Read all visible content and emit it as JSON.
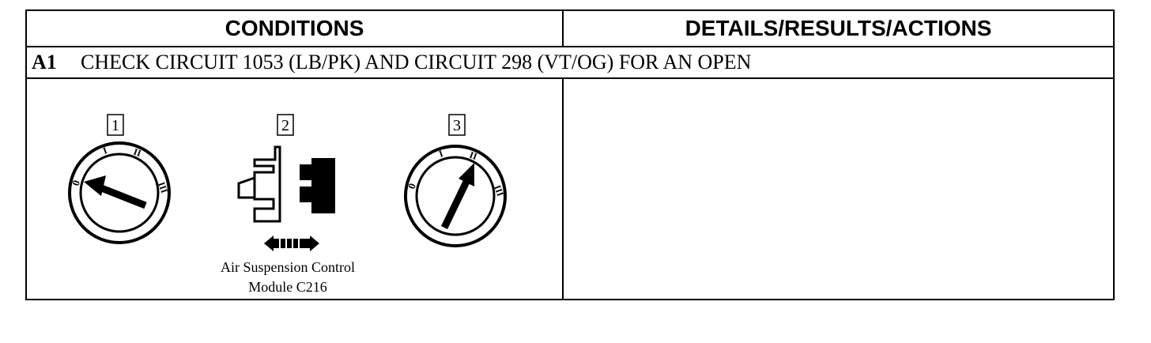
{
  "table": {
    "header_conditions": "CONDITIONS",
    "header_details": "DETAILS/RESULTS/ACTIONS"
  },
  "step": {
    "id": "A1",
    "title": "CHECK CIRCUIT 1053 (LB/PK) AND CIRCUIT 298 (VT/OG) FOR AN OPEN"
  },
  "illustrations": {
    "step1_label": "1",
    "step2_label": "2",
    "step3_label": "3",
    "dial_marks": [
      "0",
      "I",
      "II",
      "III"
    ],
    "caption_line1": "Air Suspension Control",
    "caption_line2": "Module C216"
  }
}
